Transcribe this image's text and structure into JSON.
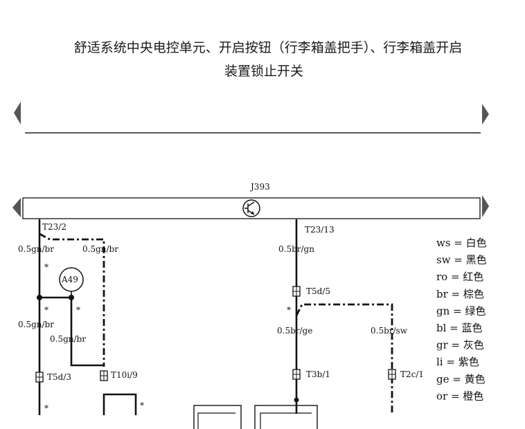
{
  "title": {
    "line1": "舒适系统中央电控单元、开启按钮（行李箱盖把手）、行李箱盖开启",
    "line2": "装置锁止开关"
  },
  "component": {
    "id": "J393",
    "fuse_ref": "A49"
  },
  "connectors": {
    "t23_2": "T23/2",
    "t23_13": "T23/13",
    "t5d_3": "T5d/3",
    "t10i_9": "T10i/9",
    "t5d_5": "T5d/5",
    "t3b_1": "T3b/1",
    "t2c_1": "T2c/1"
  },
  "wires": {
    "w1": "0.5gn/br",
    "w2": "0.5gn/br",
    "w3": "0.5gn/br",
    "w4": "0.5gn/br",
    "w5": "0.5br/gn",
    "w6": "0.5br/ge",
    "w7": "0.5br/sw"
  },
  "star": "*",
  "legend": [
    {
      "code": "ws",
      "color": "白色"
    },
    {
      "code": "sw",
      "color": "黑色"
    },
    {
      "code": "ro",
      "color": "红色"
    },
    {
      "code": "br",
      "color": "棕色"
    },
    {
      "code": "gn",
      "color": "绿色"
    },
    {
      "code": "bl",
      "color": "蓝色"
    },
    {
      "code": "gr",
      "color": "灰色"
    },
    {
      "code": "li",
      "color": "紫色"
    },
    {
      "code": "ge",
      "color": "黄色"
    },
    {
      "code": "or",
      "color": "橙色"
    }
  ]
}
